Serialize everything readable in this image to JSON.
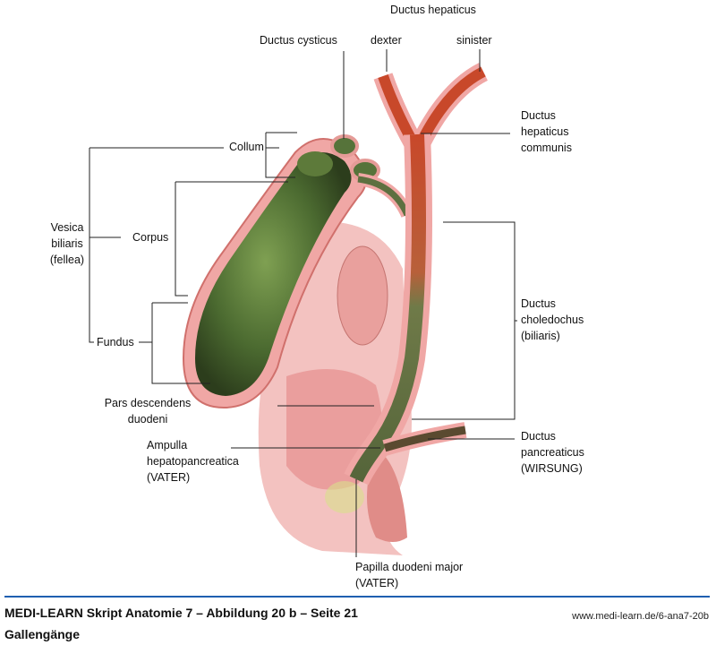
{
  "labels": {
    "ductus_hepaticus": "Ductus hepaticus",
    "dexter": "dexter",
    "sinister": "sinister",
    "ductus_cysticus": "Ductus cysticus",
    "collum": "Collum",
    "vesica": [
      "Vesica",
      "biliaris",
      "(fellea)"
    ],
    "corpus": "Corpus",
    "fundus": "Fundus",
    "hepaticus_communis": [
      "Ductus",
      "hepaticus",
      "communis"
    ],
    "choledochus": [
      "Ductus",
      "choledochus",
      "(biliaris)"
    ],
    "pancreaticus": [
      "Ductus",
      "pancreaticus",
      "(WIRSUNG)"
    ],
    "pars_descendens": [
      "Pars descendens",
      "duodeni"
    ],
    "ampulla": [
      "Ampulla",
      "hepatopancreatica",
      "(VATER)"
    ],
    "papilla": [
      "Papilla duodeni major",
      "(VATER)"
    ]
  },
  "footer": {
    "title": "MEDI-LEARN Skript Anatomie 7 – Abbildung 20 b – Seite 21",
    "subtitle": "Gallengänge",
    "url": "www.medi-learn.de/6-ana7-20b"
  },
  "colors": {
    "rule": "#1f5fb0",
    "tissue": "#f0a7a5",
    "gallbladder": "#3f5a2c",
    "duct": "#c9502e"
  }
}
